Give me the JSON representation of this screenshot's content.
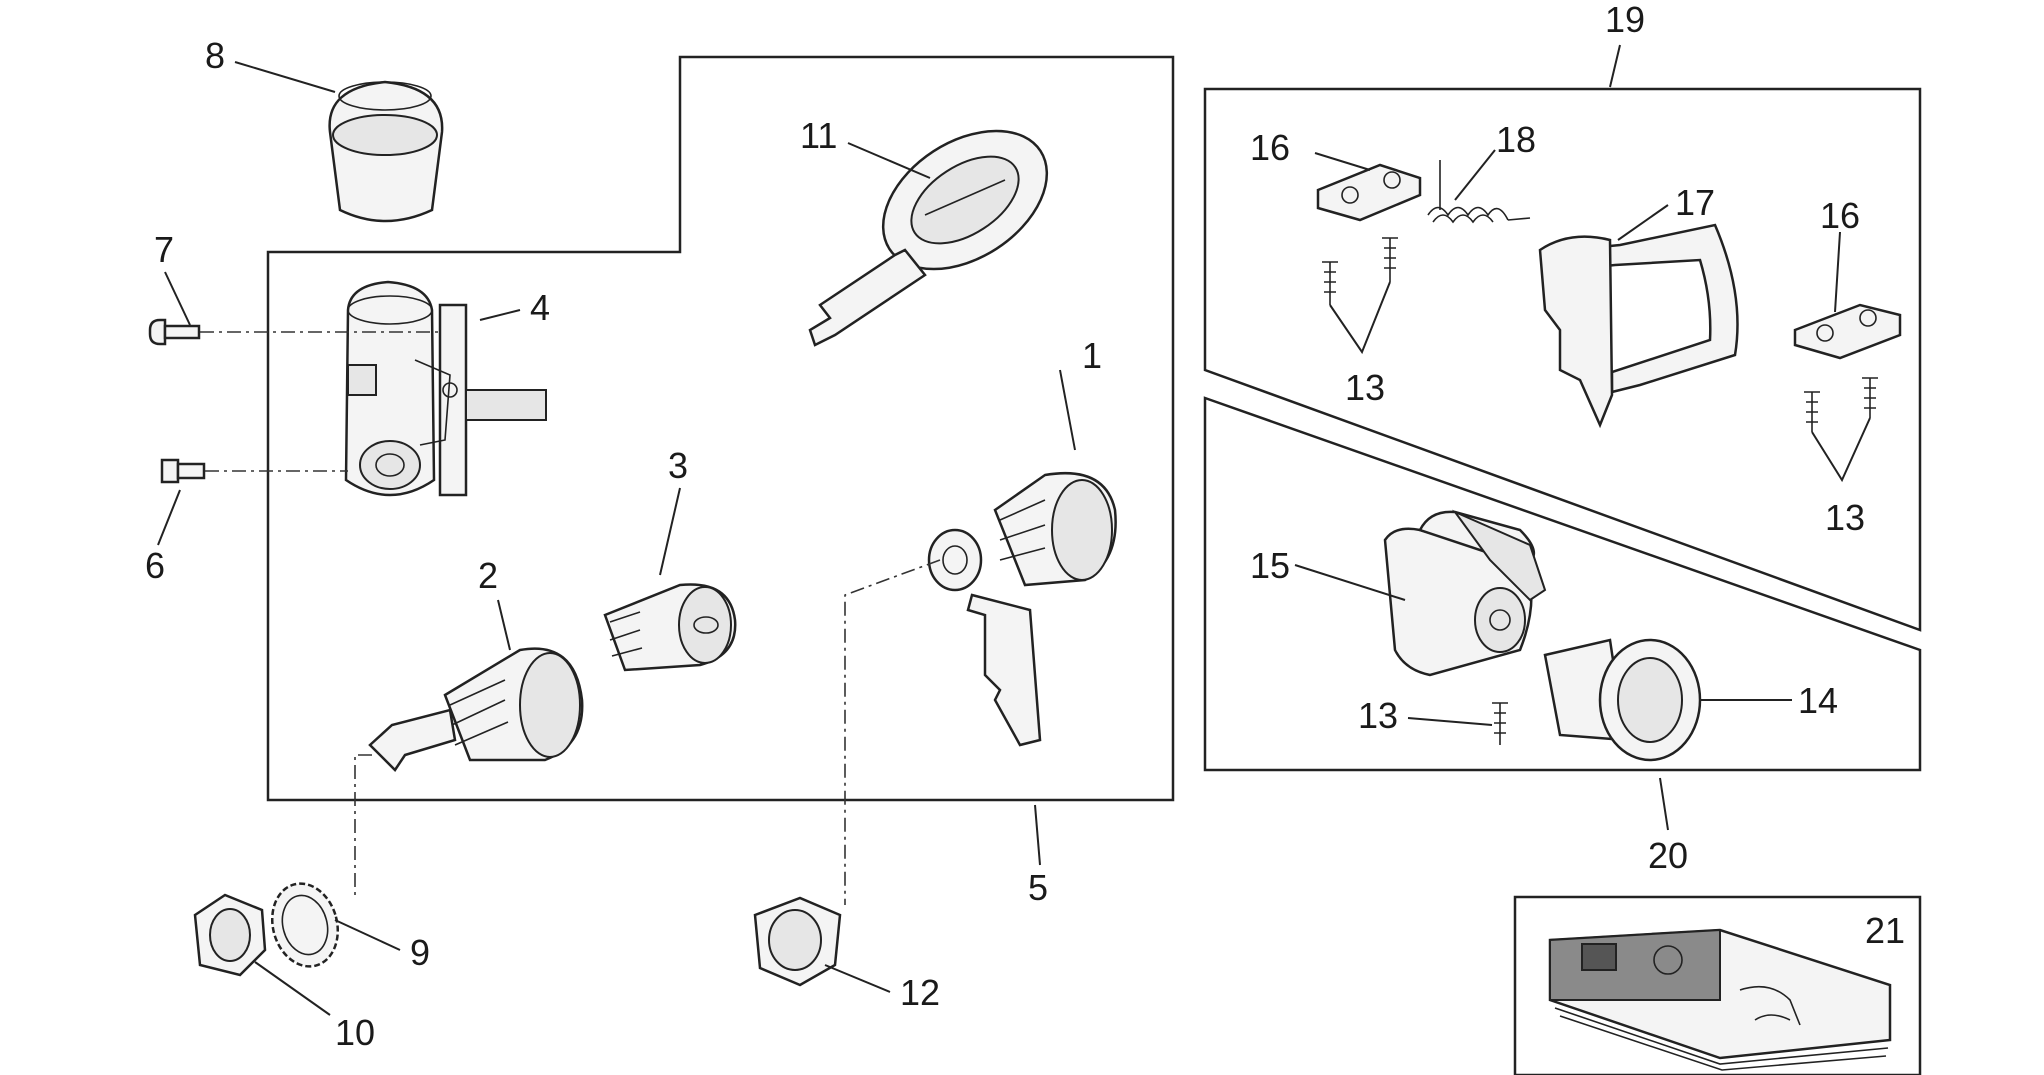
{
  "diagram": {
    "labels": {
      "l1": "1",
      "l2": "2",
      "l3": "3",
      "l4": "4",
      "l5": "5",
      "l6": "6",
      "l7": "7",
      "l8": "8",
      "l9": "9",
      "l10": "10",
      "l11": "11",
      "l12": "12",
      "l13a": "13",
      "l13b": "13",
      "l13c": "13",
      "l14": "14",
      "l15": "15",
      "l16a": "16",
      "l16b": "16",
      "l17": "17",
      "l18": "18",
      "l19": "19",
      "l20": "20",
      "l21": "21"
    }
  }
}
